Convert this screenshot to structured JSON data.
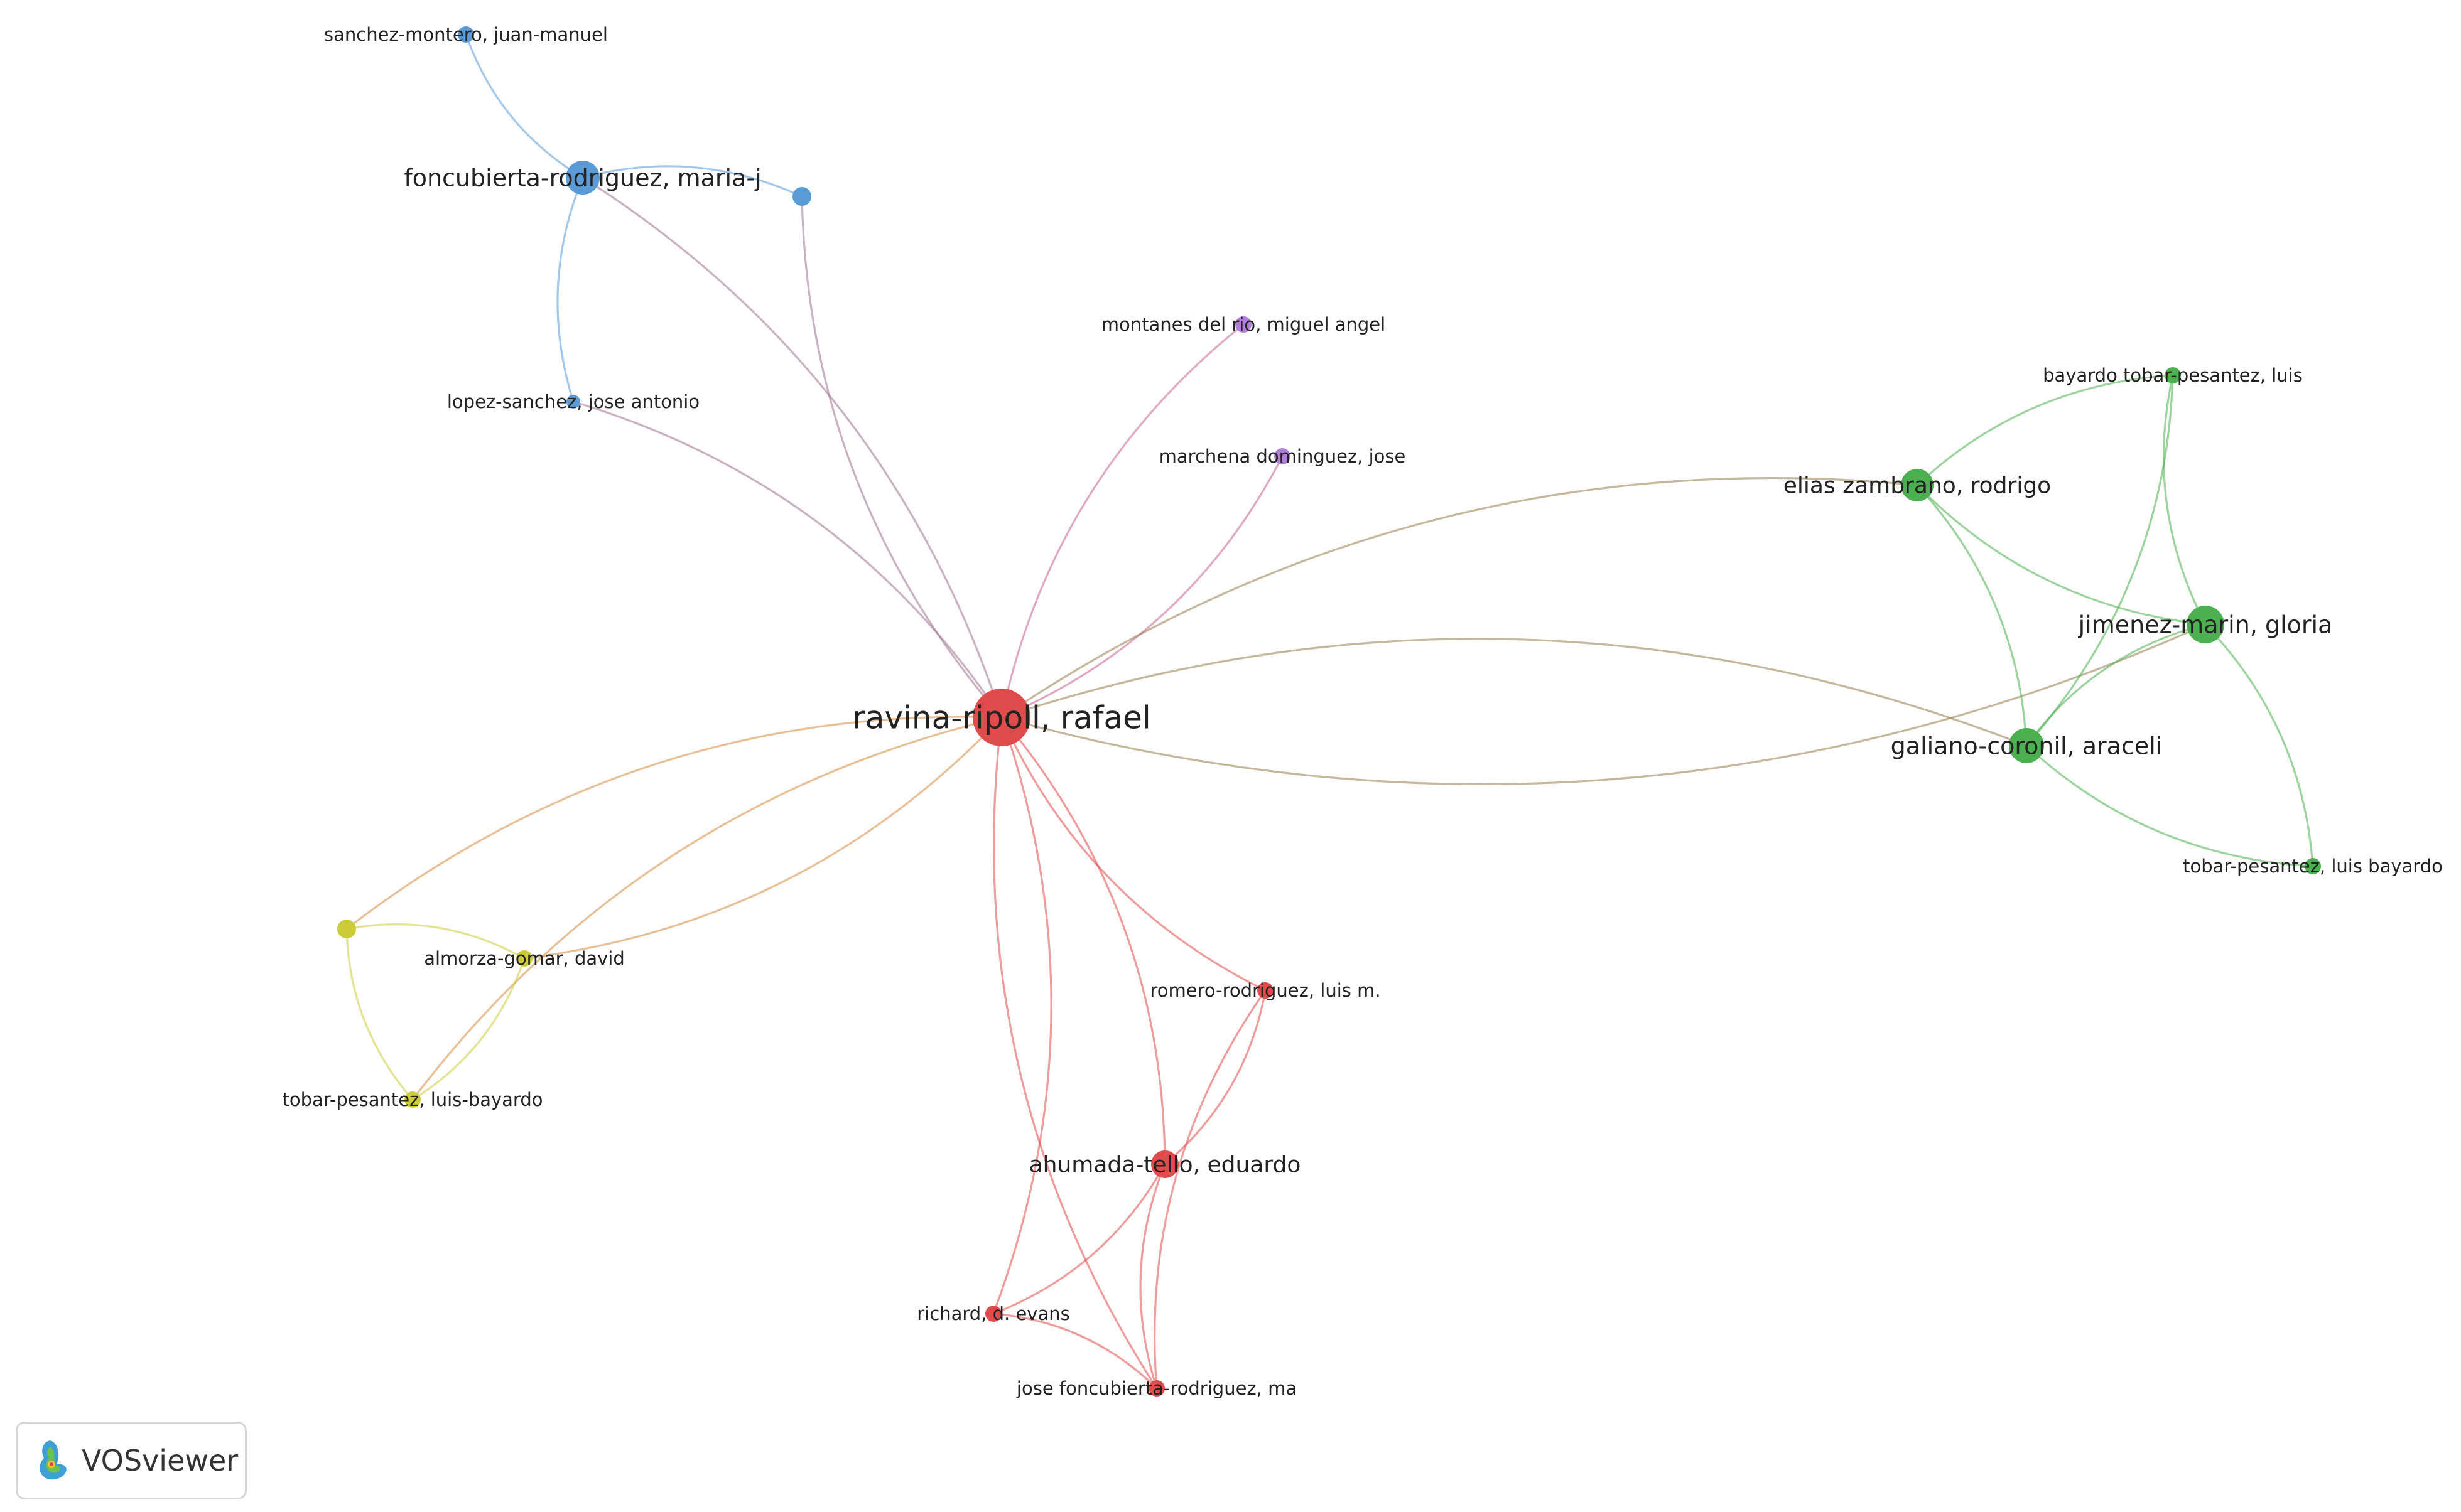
{
  "diagram": {
    "clusters": {
      "red": "#e04b4b",
      "green": "#4caf50",
      "blue": "#5b9bd5",
      "yellow": "#cccc3a",
      "purple": "#b07fd9"
    },
    "nodes": [
      {
        "id": "ravina",
        "label": "ravina-ripoll, rafael",
        "cluster": "red"
      },
      {
        "id": "ahumada",
        "label": "ahumada-tello, eduardo",
        "cluster": "red"
      },
      {
        "id": "romero",
        "label": "romero-rodriguez, luis m.",
        "cluster": "red"
      },
      {
        "id": "richard",
        "label": "richard, d. evans",
        "cluster": "red"
      },
      {
        "id": "josefonc",
        "label": "jose foncubierta-rodriguez, ma",
        "cluster": "red"
      },
      {
        "id": "foncubierta",
        "label": "foncubierta-rodriguez, maria-j",
        "cluster": "blue"
      },
      {
        "id": "sanchez",
        "label": "sanchez-montero, juan-manuel",
        "cluster": "blue"
      },
      {
        "id": "lopez",
        "label": "lopez-sanchez, jose antonio",
        "cluster": "blue"
      },
      {
        "id": "blue_unl",
        "label": "",
        "cluster": "blue"
      },
      {
        "id": "montanes",
        "label": "montanes del rio, miguel angel",
        "cluster": "purple"
      },
      {
        "id": "marchena",
        "label": "marchena dominguez, jose",
        "cluster": "purple"
      },
      {
        "id": "elias",
        "label": "elias zambrano, rodrigo",
        "cluster": "green"
      },
      {
        "id": "jimenez",
        "label": "jimenez-marin, gloria",
        "cluster": "green"
      },
      {
        "id": "galiano",
        "label": "galiano-coronil, araceli",
        "cluster": "green"
      },
      {
        "id": "bayardo",
        "label": "bayardo tobar-pesantez, luis",
        "cluster": "green"
      },
      {
        "id": "tobarlb",
        "label": "tobar-pesantez, luis bayardo",
        "cluster": "green"
      },
      {
        "id": "almorza",
        "label": "almorza-gomar, david",
        "cluster": "yellow"
      },
      {
        "id": "tobarhy",
        "label": "tobar-pesantez, luis-bayardo",
        "cluster": "yellow"
      },
      {
        "id": "yellow_unl",
        "label": "",
        "cluster": "yellow"
      }
    ],
    "edges": [
      [
        "ravina",
        "foncubierta"
      ],
      [
        "ravina",
        "blue_unl"
      ],
      [
        "ravina",
        "lopez"
      ],
      [
        "ravina",
        "montanes"
      ],
      [
        "ravina",
        "marchena"
      ],
      [
        "ravina",
        "elias"
      ],
      [
        "ravina",
        "jimenez"
      ],
      [
        "ravina",
        "galiano"
      ],
      [
        "ravina",
        "yellow_unl"
      ],
      [
        "ravina",
        "almorza"
      ],
      [
        "ravina",
        "tobarhy"
      ],
      [
        "ravina",
        "ahumada"
      ],
      [
        "ravina",
        "romero"
      ],
      [
        "ravina",
        "richard"
      ],
      [
        "ravina",
        "josefonc"
      ],
      [
        "foncubierta",
        "sanchez"
      ],
      [
        "foncubierta",
        "lopez"
      ],
      [
        "foncubierta",
        "blue_unl"
      ],
      [
        "ahumada",
        "romero"
      ],
      [
        "ahumada",
        "richard"
      ],
      [
        "ahumada",
        "josefonc"
      ],
      [
        "richard",
        "josefonc"
      ],
      [
        "romero",
        "josefonc"
      ],
      [
        "elias",
        "bayardo"
      ],
      [
        "elias",
        "jimenez"
      ],
      [
        "elias",
        "galiano"
      ],
      [
        "jimenez",
        "galiano"
      ],
      [
        "jimenez",
        "bayardo"
      ],
      [
        "galiano",
        "bayardo"
      ],
      [
        "jimenez",
        "tobarlb"
      ],
      [
        "galiano",
        "tobarlb"
      ],
      [
        "yellow_unl",
        "almorza"
      ],
      [
        "yellow_unl",
        "tobarhy"
      ],
      [
        "almorza",
        "tobarhy"
      ]
    ]
  },
  "logo": {
    "text": "VOSviewer",
    "icon": "vosviewer-logo-icon"
  }
}
